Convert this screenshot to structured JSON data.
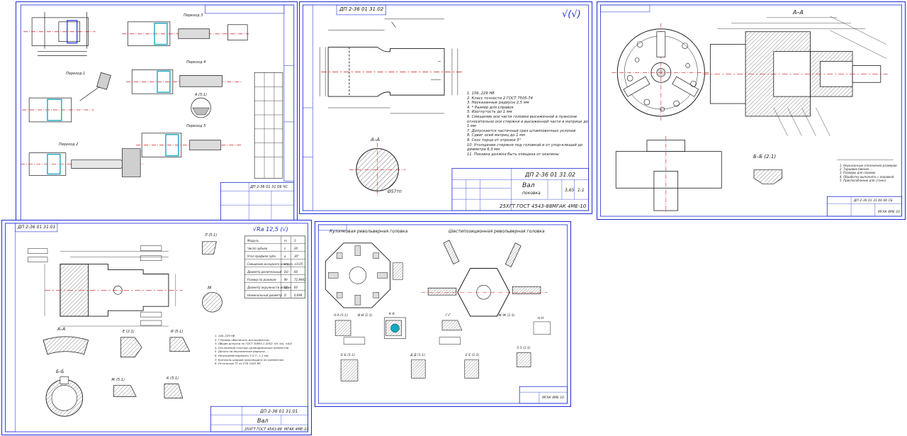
{
  "colors": {
    "frame": "#1a2ad6",
    "line": "#1a1a1a",
    "accent_red": "#d01818",
    "accent_cyan": "#13a8c0",
    "hatch": "#555555"
  },
  "sheet1": {
    "stamp": "ДП 2-36 01 31 09 ЧС",
    "labels": [
      "Переход 1",
      "Переход 2",
      "Переход 3",
      "Переход 4",
      "Переход 5",
      "А (5:1)"
    ]
  },
  "sheet2": {
    "corner_code": "ДП 2-36 01 31.02",
    "roughness": "√(√)",
    "section_label": "А–А",
    "diameter_label": "Ø57тп",
    "notes": [
      "1. 156..229 НВ",
      "2. Класс точности 2 ГОСТ 7505-74",
      "3. Неуказанные радиусы 2,5 мм",
      "4. * Размер для справок",
      "5. Изогнутость до 1 мм",
      "6. Смещение оси части головки высаженной в пуансоне",
      "относительно оси стержня и высаженной части в матрице до",
      "1 мм",
      "7. Допускается частичный срез штамповочных уклонов",
      "8. Сдвиг осей матриц до 1 мм",
      "9. Скос торца от отрезки 3°",
      "10. Утолщение стержня под головкой и от упор-клещей до",
      "диаметра 6,3 мм",
      "11. Поковка должна быть очищена от окалины"
    ],
    "title_code": "ДП 2-36 01 31.02",
    "title_name1": "Вал",
    "title_name2": "поковка",
    "material": "25ХГТ ГОСТ 4543-88",
    "org": "МГАК 4МЕ-10",
    "mass": "3,65",
    "scale": "1:1"
  },
  "sheet3": {
    "section_label": "А–А",
    "section_b": "Б–Б (2:1)",
    "notes": [
      "1. Неуказанные отклонения размеров",
      "2. Торцевое биение ...",
      "3. Размеры для справок",
      "4. Обработку выполнять с оправкой",
      "5. Приспособление для станка"
    ],
    "title_code": "ДП 2-36 01 31 00 00 СБ",
    "org": "МГАК 4МЕ-10"
  },
  "sheet4": {
    "corner_code": "ДП 2-36 01 31.01",
    "roughness": "√Ra 12,5 (√)",
    "table_rows": [
      [
        "Модуль",
        "m",
        "3"
      ],
      [
        "Число зубьев",
        "z",
        "20"
      ],
      [
        "Угол профиля зуба",
        "α",
        "30°"
      ],
      [
        "Смещение исходного контура",
        "xm",
        "+0,05"
      ],
      [
        "Диаметр делительный",
        "Dd",
        "60"
      ],
      [
        "Размер по роликам",
        "Mr",
        "72,9983"
      ],
      [
        "Диаметр окружности впадин",
        "Df",
        "60"
      ],
      [
        "Номинальный диаметр",
        "D",
        "0,694"
      ]
    ],
    "labels": [
      "А–А",
      "Б–Б",
      "Е (2:1)",
      "Ж (5:1)",
      "И (5:1)",
      "К (5:1)",
      "Л (5:1)",
      "М"
    ],
    "notes": [
      "1. 156..229 НВ",
      "2. * Размер обеспечить инструментом.",
      "3. Общие допуски по ГОСТ 30893.1-2002: f/h, t/is, ±It/2",
      "4. Отклонение соосных цилиндрических элементов",
      "5. Допуск на неуказанные радиусы ...",
      "6. Нитроцементировать h 0,7...1,1 мм",
      "7. Контроль шлицев производить по элементам",
      "8. Остальные ТТ по СТБ 1022-96"
    ],
    "title_code": "ДП 2-36 01 31.01",
    "title_name": "Вал",
    "material": "25ХГТ ГОСТ 4543-88",
    "org": "МГАК 4МЕ-10"
  },
  "sheet5": {
    "title_left": "Кулачковая револьверная головка",
    "title_right": "Шестипозиционная револьверная головка",
    "labels": [
      "А-А (1:1)",
      "К-К",
      "Б-Б (1:1)",
      "Г-Г",
      "Д-Д (1:1)",
      "Е-Е (1:1)",
      "Ж-Ж (1:1)",
      "З-З (1:1)",
      "И-И (1:1)",
      "Н-Н"
    ],
    "org": "МГАК 4МЕ-10"
  }
}
